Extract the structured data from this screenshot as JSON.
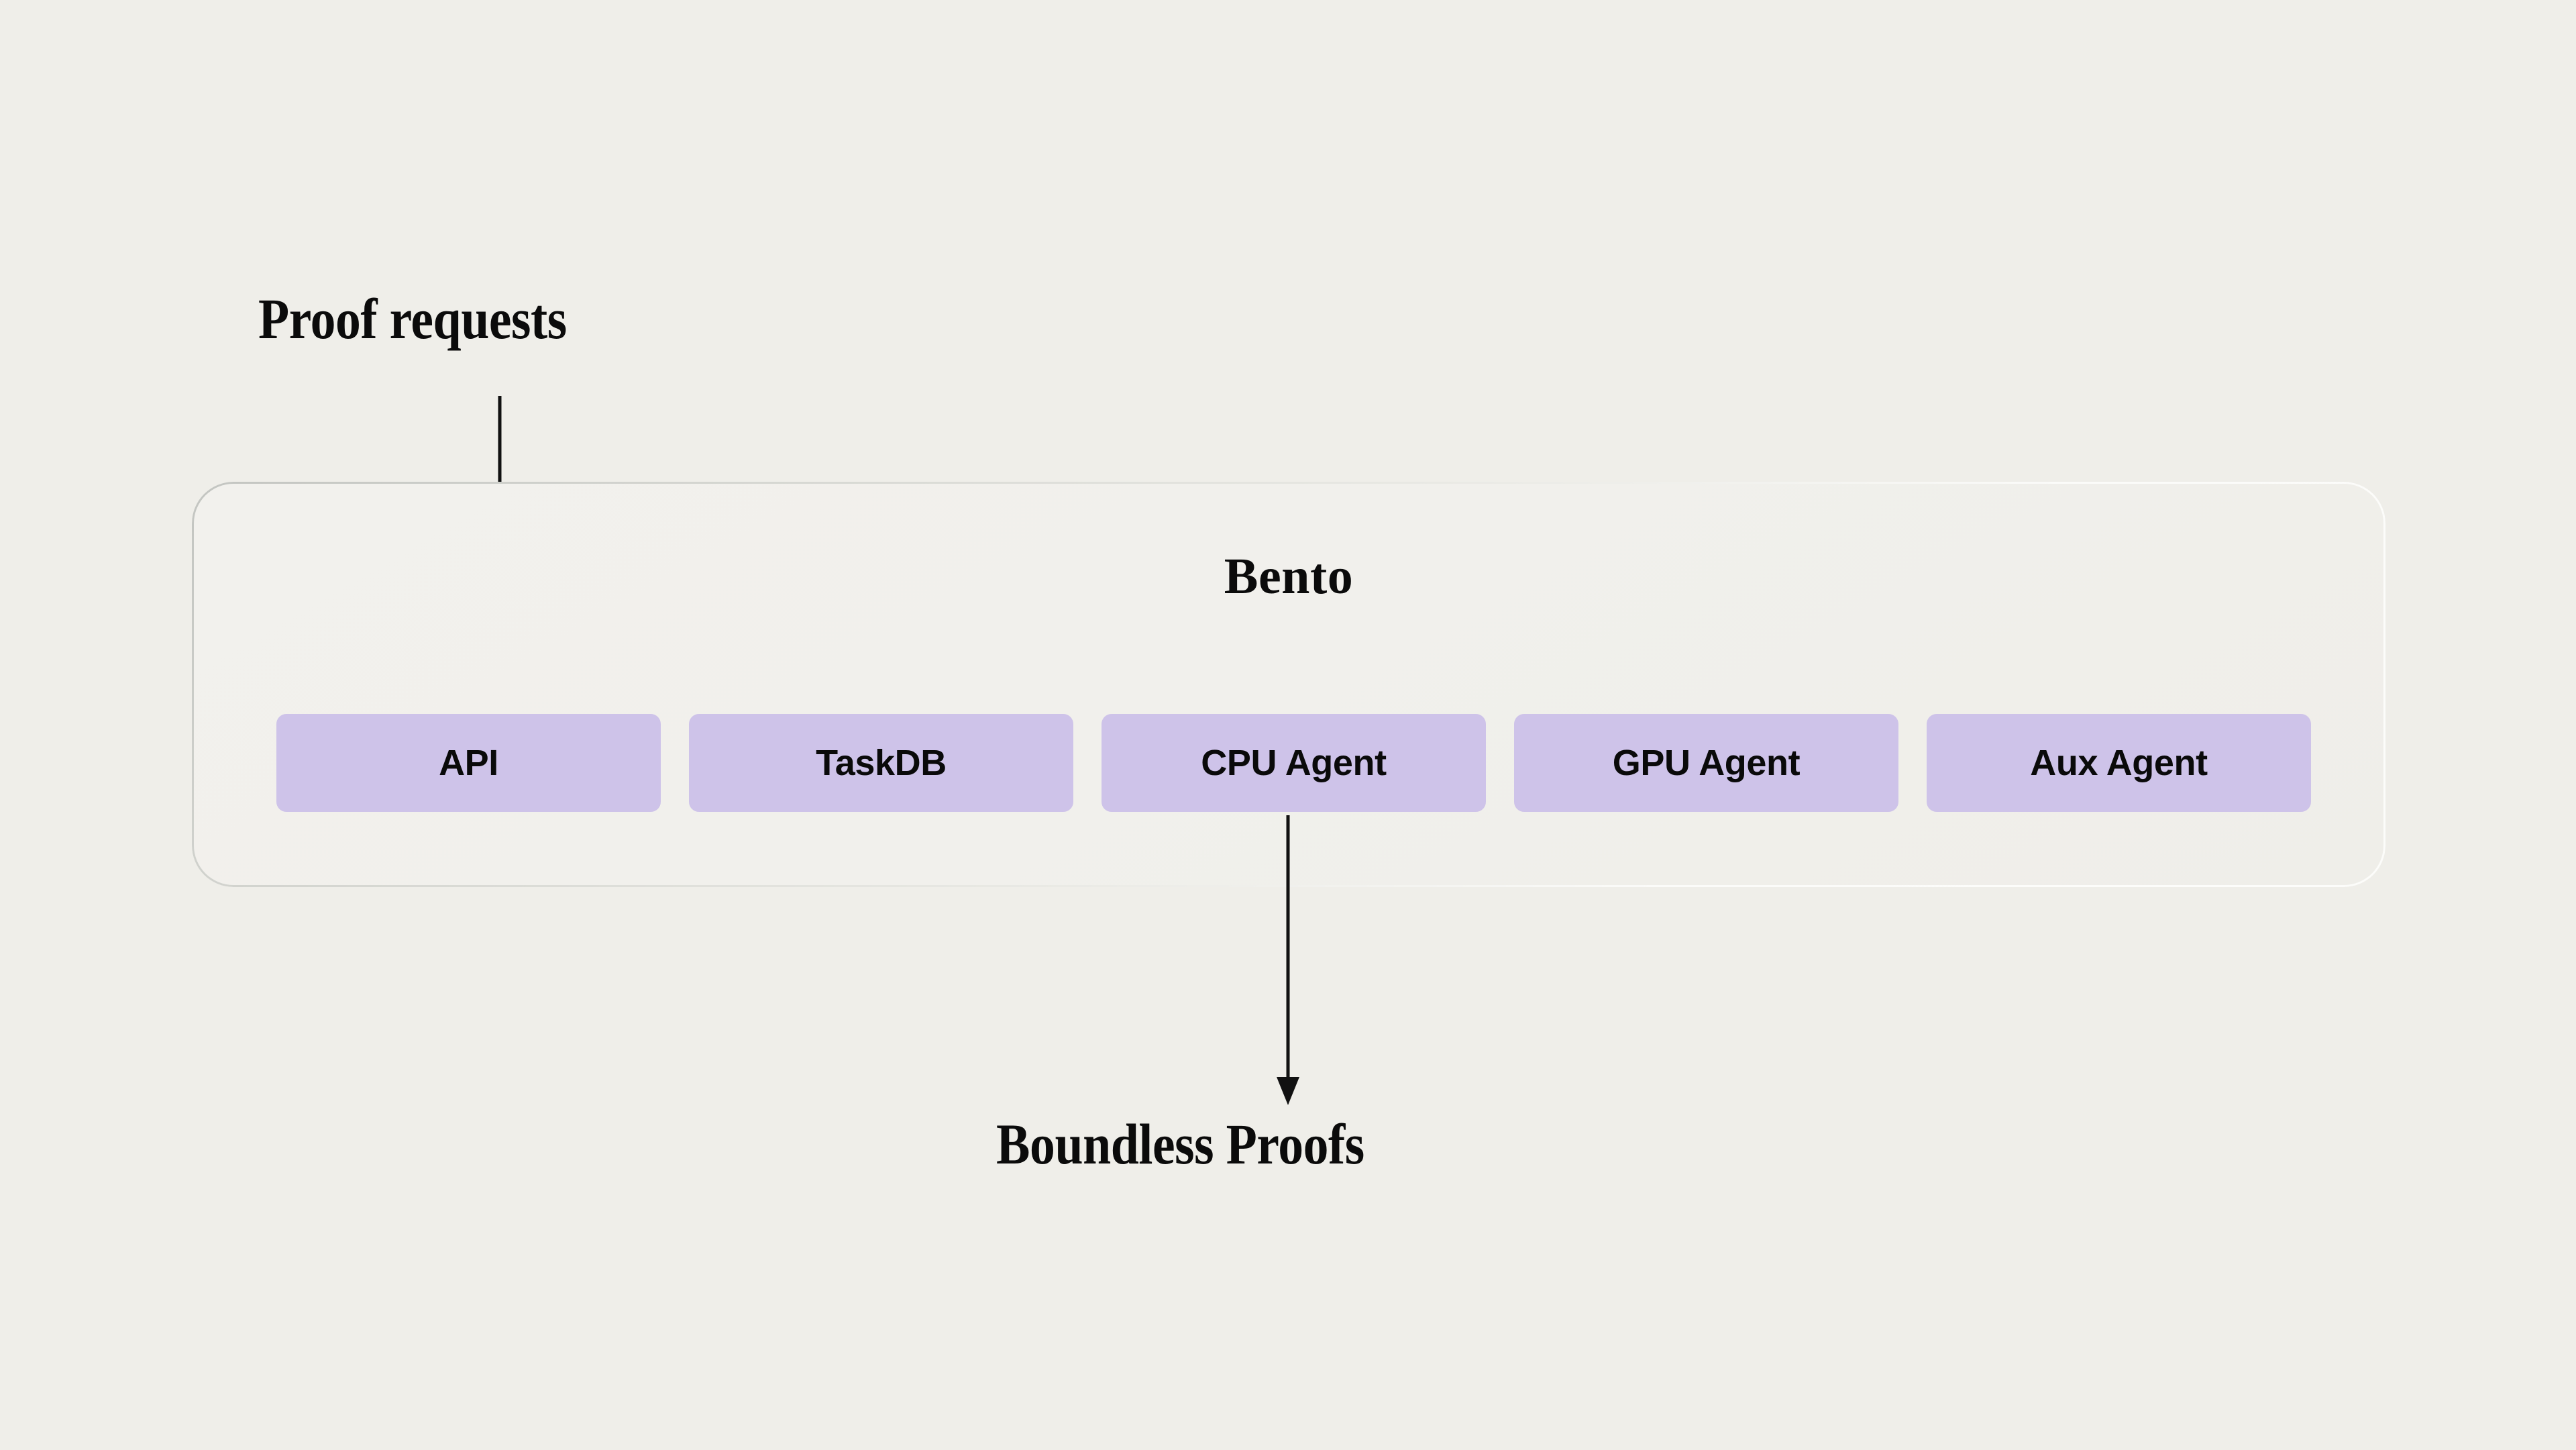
{
  "page": {
    "background_color": "#EFEEE9",
    "text_color": "#0B0B0B"
  },
  "diagram": {
    "type": "flow-diagram",
    "title": "Bento",
    "input_label": "Proof requests",
    "output_label": "Boundless Proofs",
    "container": {
      "label": "Bento",
      "fill_color": "#F1F0EC",
      "border_color": "#C3C5C1"
    },
    "chip_color": "#CEC3E9",
    "components": [
      {
        "label": "API"
      },
      {
        "label": "TaskDB"
      },
      {
        "label": "CPU Agent"
      },
      {
        "label": "GPU Agent"
      },
      {
        "label": "Aux Agent"
      }
    ],
    "arrows": [
      {
        "name": "proof-requests-to-api",
        "from": "Proof requests",
        "to": "API",
        "direction": "down",
        "color": "#111111"
      },
      {
        "name": "cpu-agent-to-boundless-proofs",
        "from": "CPU Agent",
        "to": "Boundless Proofs",
        "direction": "down",
        "color": "#111111"
      }
    ]
  }
}
